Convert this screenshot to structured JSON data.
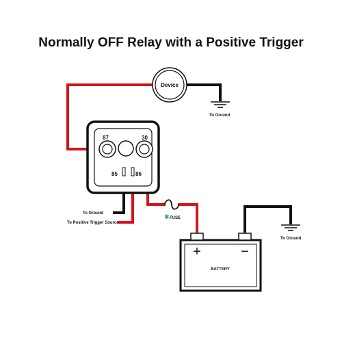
{
  "title": "Normally OFF Relay with a Positive Trigger",
  "device_label": "Device",
  "ground_labels": {
    "device": "To Ground",
    "relay": "To Ground",
    "battery": "To Ground"
  },
  "trigger_label": "To Positive Trigger Source",
  "fuse_label": "FUSE",
  "battery_label": "BATTERY",
  "battery_plus": "+",
  "battery_minus": "−",
  "pins": {
    "p87": "87",
    "p30": "30",
    "p85": "85",
    "p86": "86"
  },
  "colors": {
    "wire_red": "#d4141c",
    "wire_black": "#111111",
    "fuse_marker": "#19a39a"
  }
}
